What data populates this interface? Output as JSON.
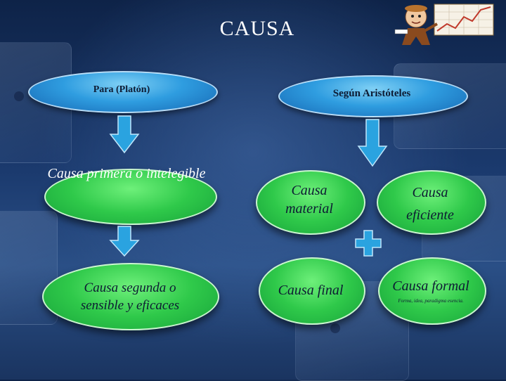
{
  "title": "CAUSA",
  "left": {
    "header": "Para  (Platón)",
    "first": "Causa primera o intelegible",
    "second_line1": "Causa segunda o",
    "second_line2": "sensible y eficaces"
  },
  "right": {
    "header": "Según Aristóteles",
    "material_line1": "Causa",
    "material_line2": "material",
    "eficiente_line1": "Causa",
    "eficiente_line2": "eficiente",
    "final": "Causa final",
    "formal": "Causa formal",
    "formal_note": "Forma, idea, paradigma esencia."
  },
  "colors": {
    "header_pill": "#2f9de0",
    "green_node": "#2fc94a",
    "arrow": "#2aa3e0"
  }
}
